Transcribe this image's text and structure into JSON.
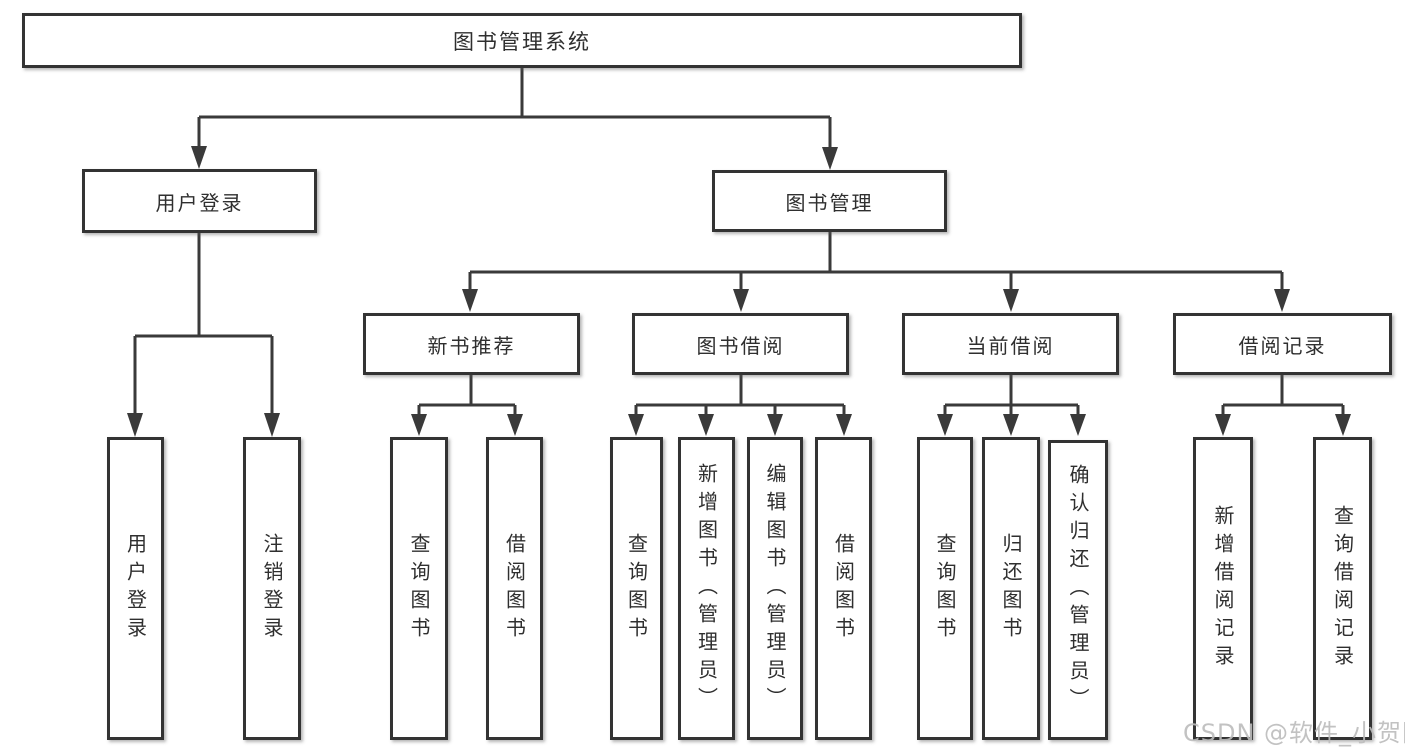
{
  "diagram": {
    "root": {
      "label": "图书管理系统"
    },
    "branches": [
      {
        "label": "用户登录",
        "children": [
          {
            "label": "用户登录"
          },
          {
            "label": "注销登录"
          }
        ]
      },
      {
        "label": "图书管理",
        "children": [
          {
            "label": "新书推荐",
            "children": [
              {
                "label": "查询图书"
              },
              {
                "label": "借阅图书"
              }
            ]
          },
          {
            "label": "图书借阅",
            "children": [
              {
                "label": "查询图书"
              },
              {
                "label": "新增图书（管理员）"
              },
              {
                "label": "编辑图书（管理员）"
              },
              {
                "label": "借阅图书"
              }
            ]
          },
          {
            "label": "当前借阅",
            "children": [
              {
                "label": "查询图书"
              },
              {
                "label": "归还图书"
              },
              {
                "label": "确认归还（管理员）"
              }
            ]
          },
          {
            "label": "借阅记录",
            "children": [
              {
                "label": "新增借阅记录"
              },
              {
                "label": "查询借阅记录"
              }
            ]
          }
        ]
      }
    ]
  },
  "watermark": {
    "text": "CSDN @软件_小贺同学"
  },
  "colors": {
    "line": "#3a3a3a",
    "box_border": "#333333",
    "text": "#2f2f2f",
    "watermark": "#bcbcbc",
    "background": "#ffffff"
  }
}
